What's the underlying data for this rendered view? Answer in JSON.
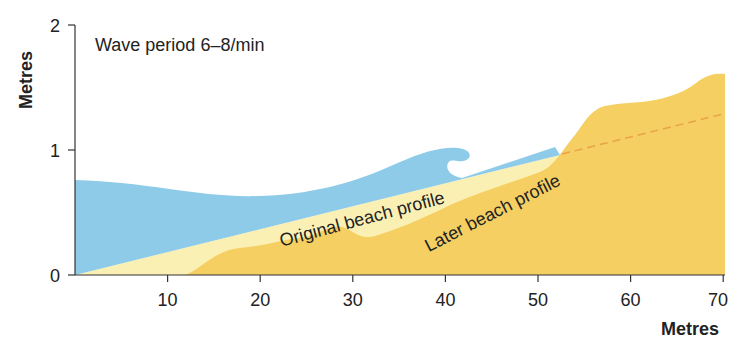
{
  "diagram": {
    "labels": [
      "Wave period 6–8/min",
      "Metres",
      "0",
      "1",
      "2",
      "10",
      "20",
      "30",
      "40",
      "50",
      "60",
      "70",
      "Metres",
      "Original beach profile",
      "Later beach profile"
    ]
  }
}
